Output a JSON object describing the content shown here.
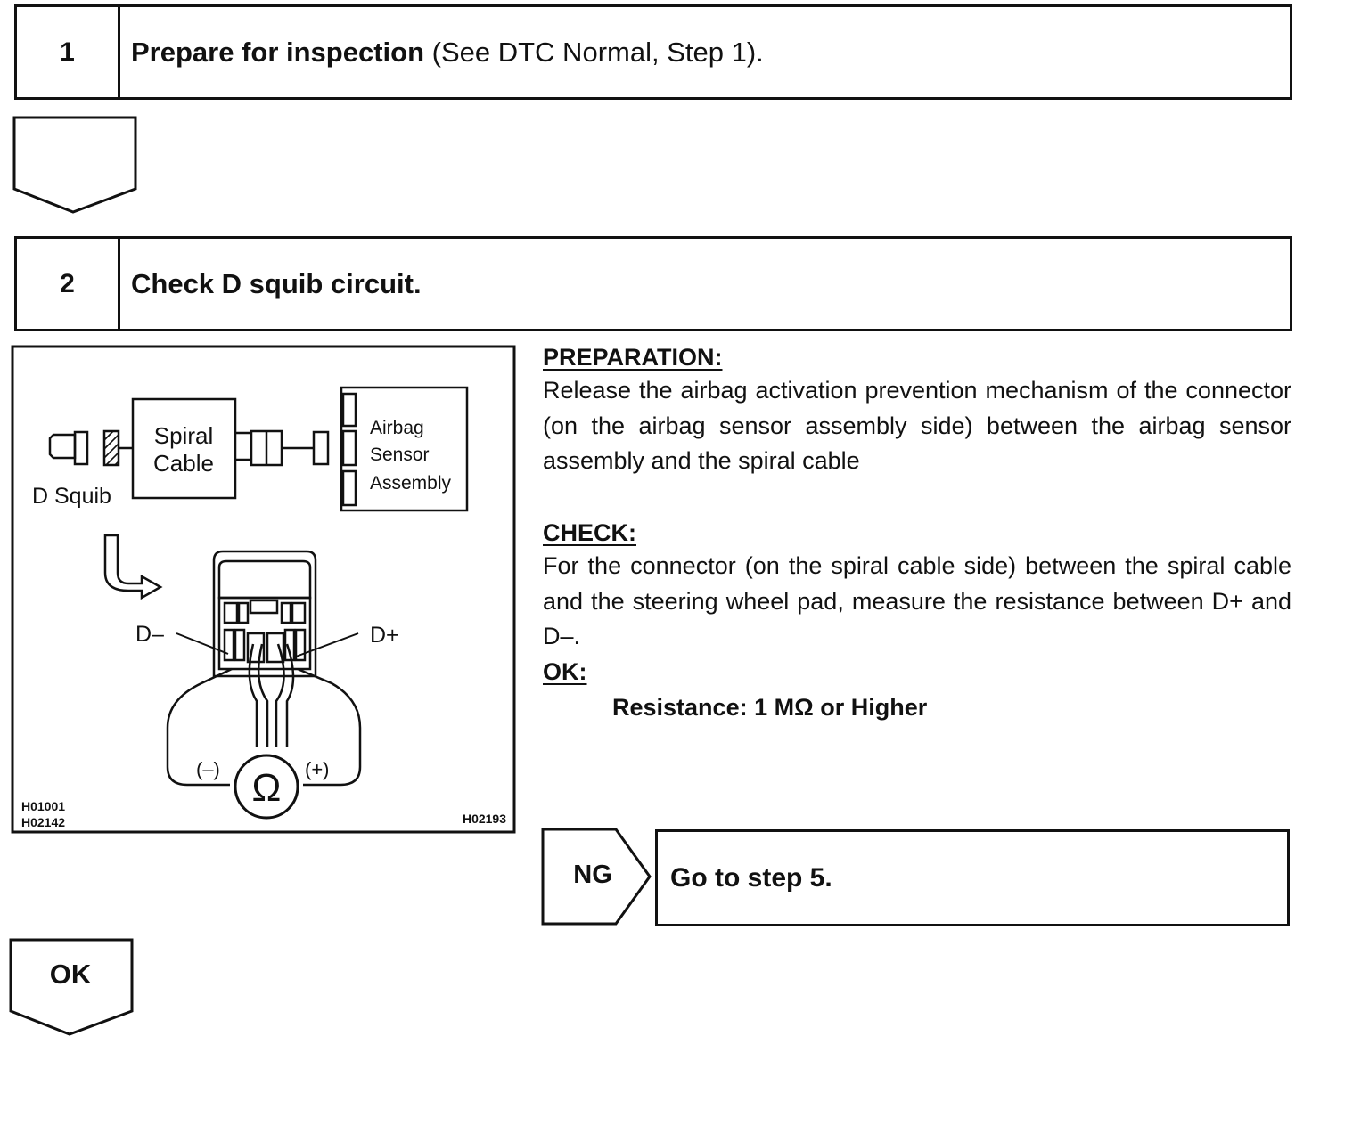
{
  "step1": {
    "number": "1",
    "title_bold": "Prepare for inspection",
    "title_rest": " (See DTC Normal, Step 1)."
  },
  "step2": {
    "number": "2",
    "title": "Check D squib circuit."
  },
  "figure": {
    "spiral_line1": "Spiral",
    "spiral_line2": "Cable",
    "airbag_line1": "Airbag",
    "airbag_line2": "Sensor",
    "airbag_line3": "Assembly",
    "d_squib": "D Squib",
    "d_minus": "D–",
    "d_plus": "D+",
    "minus": "(–)",
    "plus": "(+)",
    "ohm": "Ω",
    "code1": "H01001",
    "code2": "H02142",
    "code3": "H02193"
  },
  "preparation": {
    "heading": "PREPARATION:",
    "text": "Release the airbag activation prevention mechanism of the connector (on the airbag sensor assembly side) between the airbag sensor assembly and the spiral cable"
  },
  "check": {
    "heading": "CHECK:",
    "text": "For the connector (on the spiral cable side) between the spiral cable and the steering wheel pad, measure the resistance between D+ and D–."
  },
  "ok": {
    "heading": "OK:",
    "spec": "Resistance: 1 MΩ or Higher"
  },
  "ng": {
    "label": "NG",
    "action": "Go to step 5."
  },
  "ok_arrow": {
    "label": "OK"
  }
}
